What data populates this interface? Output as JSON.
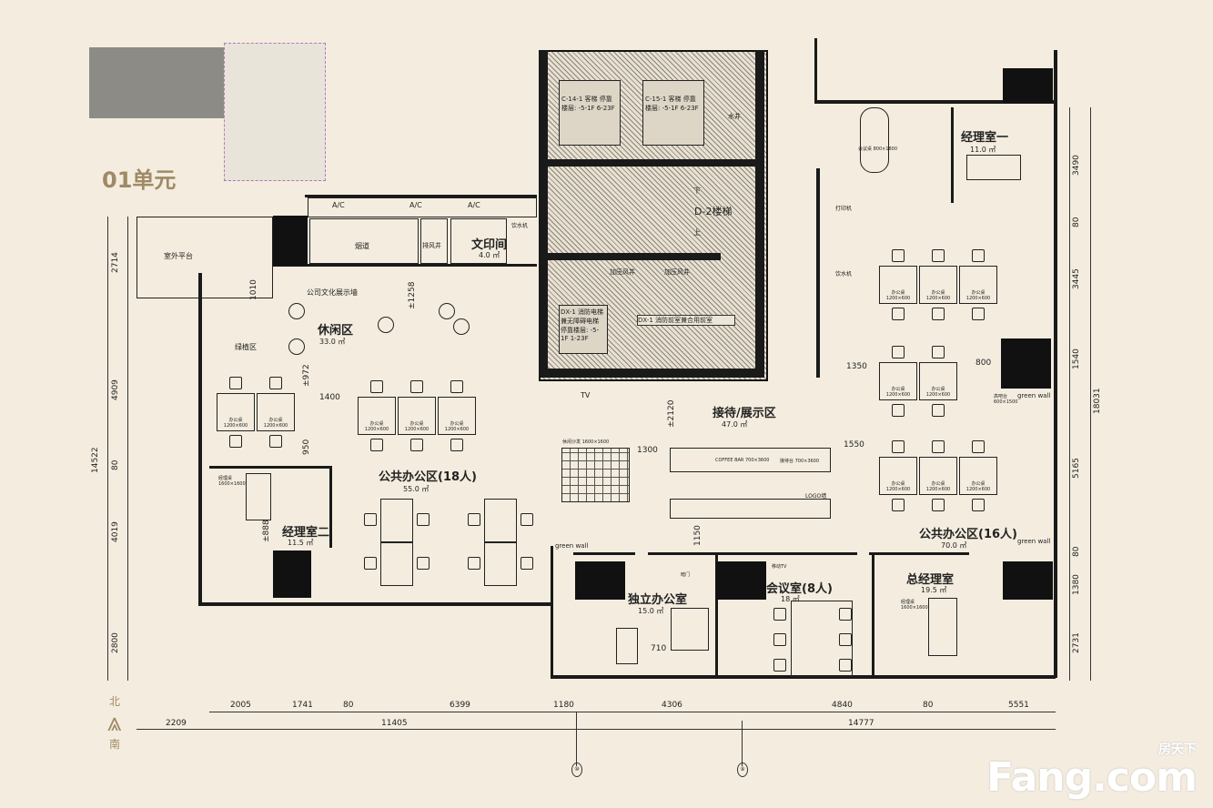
{
  "key_plan": {
    "unit_title": "01单元"
  },
  "rooms": {
    "terrace": "室外平台",
    "flue": "烟道",
    "exhaust_shaft": "排风井",
    "print_room": "文印间",
    "print_room_area": "4.0 ㎡",
    "culture_wall": "公司文化展示墙",
    "leisure": "休闲区",
    "leisure_area": "33.0 ㎡",
    "green_area": "绿植区",
    "public_office_18": "公共办公区(18人)",
    "public_office_18_area": "55.0 ㎡",
    "manager_2": "经理室二",
    "manager_2_area": "11.5 ㎡",
    "reception": "接待/展示区",
    "reception_area": "47.0 ㎡",
    "manager_1": "经理室一",
    "manager_1_area": "11.0 ㎡",
    "public_office_16": "公共办公区(16人)",
    "public_office_16_area": "70.0 ㎡",
    "private_office": "独立办公室",
    "private_office_area": "15.0 ㎡",
    "meeting_room": "会议室(8人)",
    "meeting_room_area": "18 ㎡",
    "gm_office": "总经理室",
    "gm_office_area": "19.5 ㎡"
  },
  "core": {
    "elevator_1": "C-14-1 客梯 停靠楼层: -5-1F 6-23F",
    "elevator_2": "C-15-1 客梯 停靠楼层: -5-1F 6-23F",
    "water_shaft": "水井",
    "stair": "D-2楼梯",
    "stair_down": "下",
    "stair_up": "上",
    "pressure_shaft_1": "加压风井",
    "pressure_shaft_2": "加压风井",
    "fire_elevator": "DX-1 消防电梯 兼无障碍电梯 停靠楼层: -5-1F 1-23F",
    "fire_lobby": "DX-1 消防前室兼合用前室"
  },
  "fixtures": {
    "ac": [
      "A/C",
      "A/C",
      "A/C"
    ],
    "tv": "TV",
    "printer": "打印机",
    "water_dispenser": "饮水机",
    "drinking": "饮水机",
    "meeting_table": "会议桌 800×1800",
    "desk_label": "办公桌 1200×600",
    "manager_desk": "经理桌 1600×1600",
    "sofa": "休闲沙发 1600×1600",
    "coffee_bar": "COFFEE BAR 700×3600",
    "reception_desk": "接待台 700×3600",
    "logo_wall": "LOGO墙",
    "green_wall": [
      "green wall",
      "green wall",
      "green wall"
    ],
    "bar_counter": "高吧台 600×1500",
    "mobile_tv": "移动TV",
    "dark_door": "暗门"
  },
  "dimensions": {
    "left": [
      "2714",
      "4909",
      "80",
      "4019",
      "2800"
    ],
    "left_total": "14522",
    "right": [
      "3490",
      "80",
      "3445",
      "1540",
      "5165",
      "80",
      "1380",
      "2731"
    ],
    "right_total": "18031",
    "bottom_row1": [
      "2005",
      "1741",
      "80",
      "6399",
      "1180",
      "4306",
      "4840",
      "80",
      "5551"
    ],
    "bottom_row2": [
      "2209",
      "11405",
      "14777"
    ],
    "interior": [
      "1010",
      "±1258",
      "±972",
      "1400",
      "950",
      "±888",
      "±2120",
      "1300",
      "1550",
      "1350",
      "800",
      "1150",
      "710"
    ]
  },
  "axes": [
    "⑩",
    "⑨"
  ],
  "compass": {
    "north": "北",
    "south": "南"
  },
  "watermark": {
    "cn": "房天下",
    "en": "Fang.com"
  }
}
